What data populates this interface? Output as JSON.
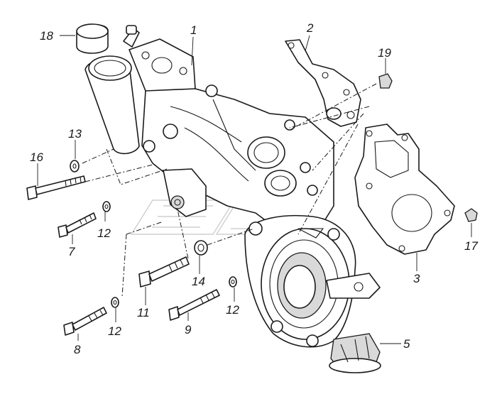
{
  "diagram": {
    "labels": {
      "l1": "1",
      "l2": "2",
      "l3": "3",
      "l5": "5",
      "l7": "7",
      "l8": "8",
      "l9": "9",
      "l11": "11",
      "l12a": "12",
      "l12b": "12",
      "l12c": "12",
      "l13": "13",
      "l14": "14",
      "l16": "16",
      "l17": "17",
      "l18": "18",
      "l19": "19"
    },
    "colors": {
      "line": "#1a1a1a",
      "background": "#ffffff",
      "shade": "#d9d9d9"
    }
  }
}
